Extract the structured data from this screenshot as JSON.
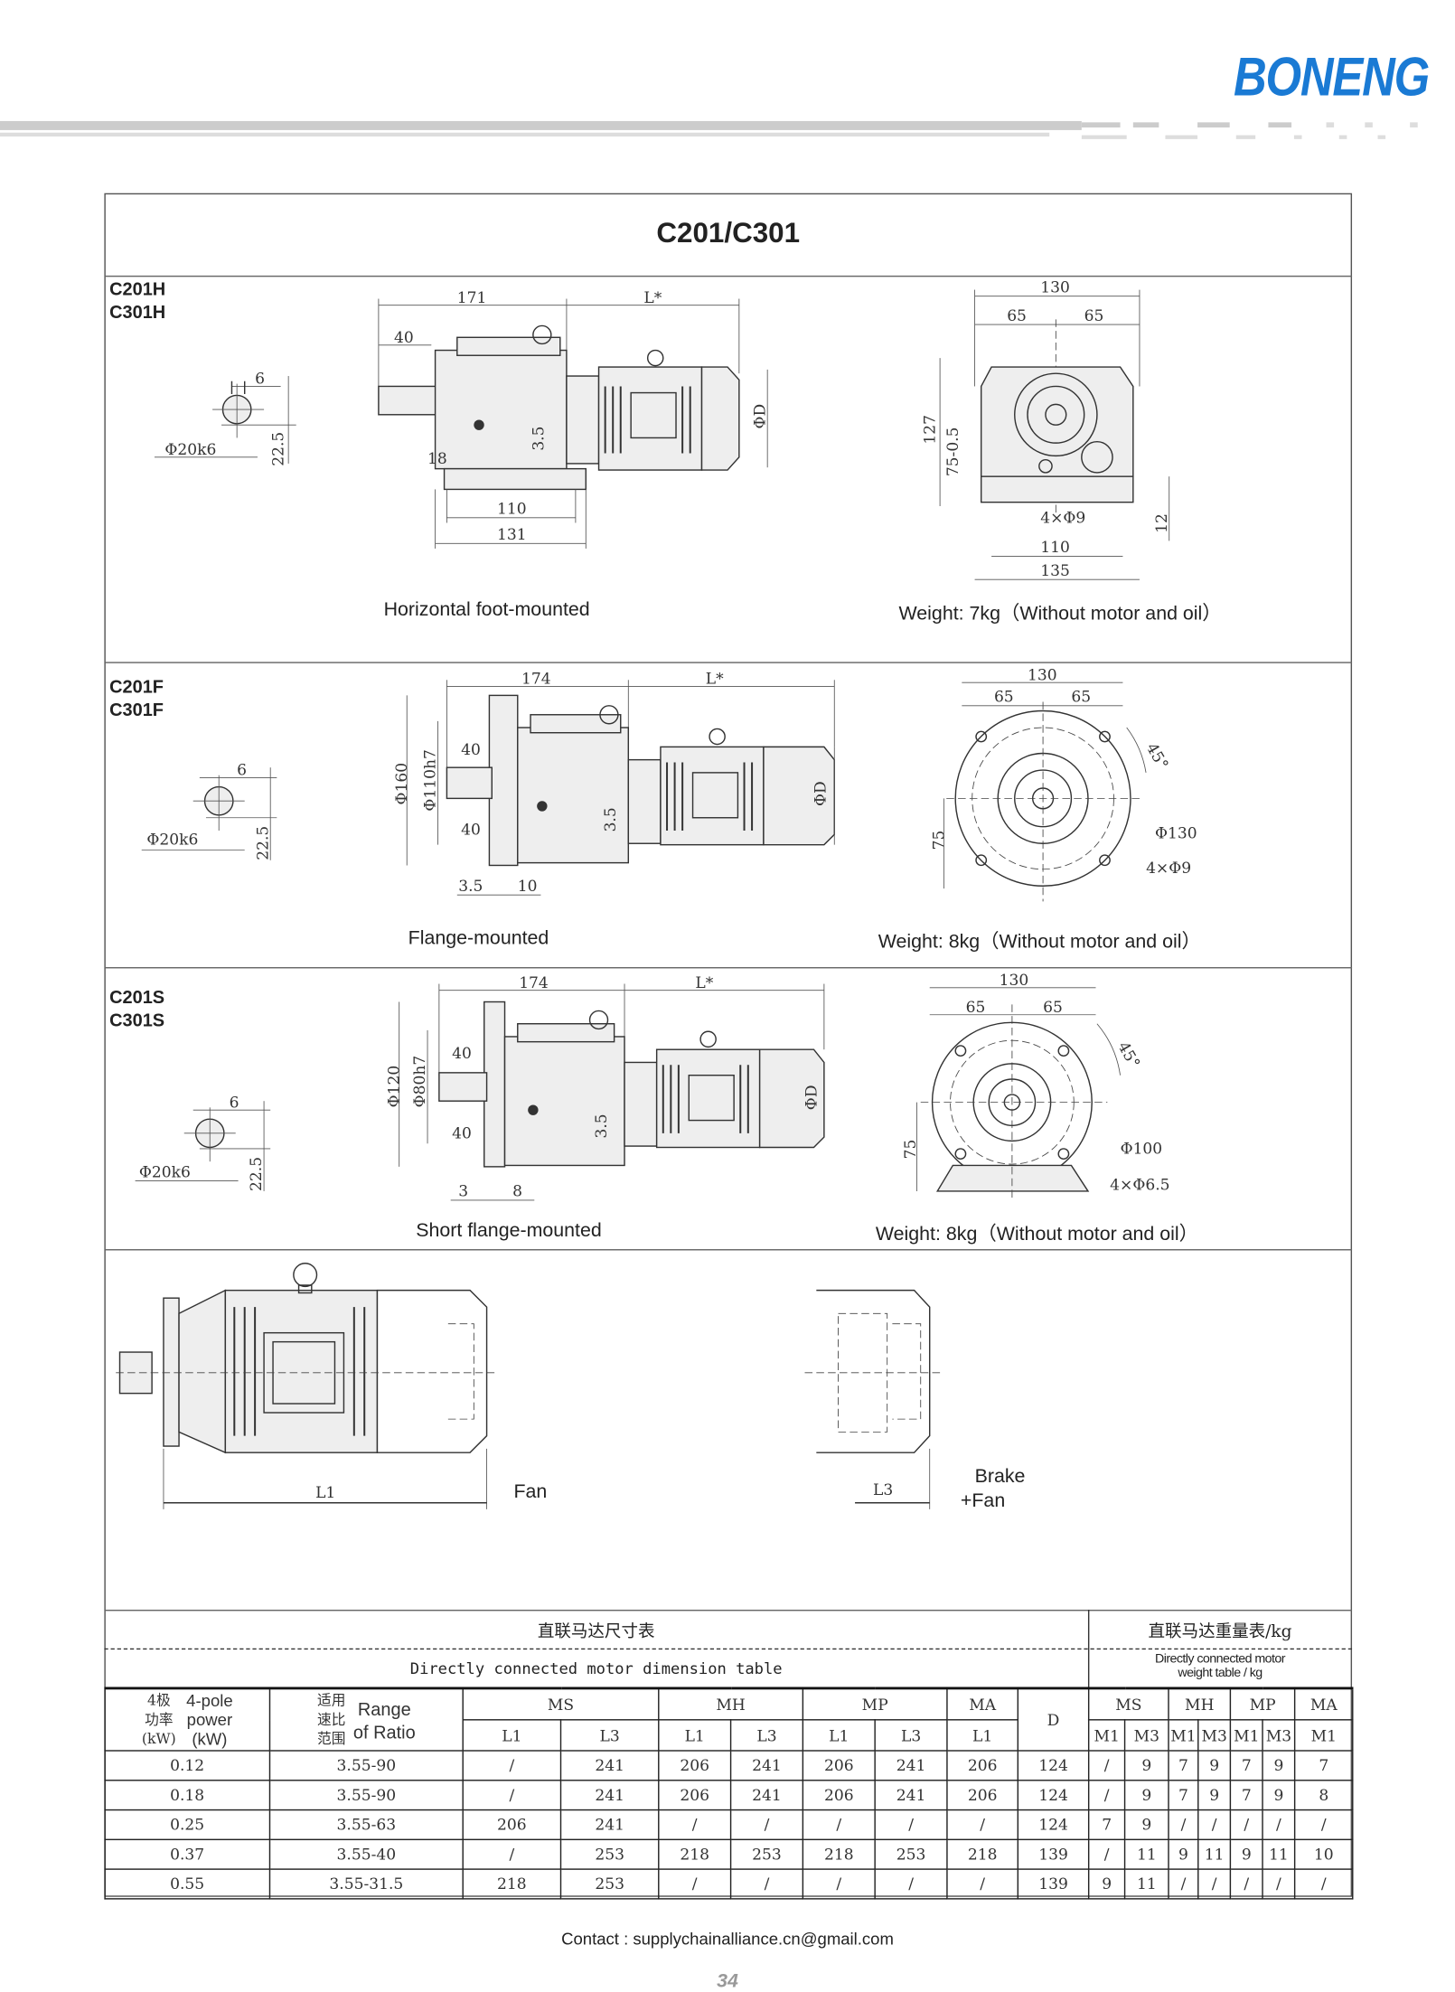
{
  "brand": "BONENG",
  "title": "C201/C301",
  "sections": [
    {
      "models": [
        "C201H",
        "C301H"
      ],
      "caption": "Horizontal foot-mounted",
      "weight": "Weight: 7kg（Without motor and oil）",
      "dims": {
        "shaft": "Φ20k6",
        "key": "6",
        "key_h": "22.5",
        "d171": "171",
        "L": "L*",
        "d40": "40",
        "d18": "18",
        "d35": "3.5",
        "d110": "110",
        "d131": "131",
        "phiD": "ΦD",
        "d130": "130",
        "d65a": "65",
        "d65b": "65",
        "d127": "127",
        "d75": "75-0.5",
        "hole": "4×Φ9",
        "d110b": "110",
        "d135": "135",
        "d12": "12"
      }
    },
    {
      "models": [
        "C201F",
        "C301F"
      ],
      "caption": "Flange-mounted",
      "weight": "Weight: 8kg（Without motor and oil）",
      "dims": {
        "shaft": "Φ20k6",
        "key": "6",
        "key_h": "22.5",
        "d174": "174",
        "L": "L*",
        "d40a": "40",
        "d40b": "40",
        "phi160": "Φ160",
        "phi110": "Φ110h7",
        "d35": "3.5",
        "d35b": "3.5",
        "d10": "10",
        "phiD": "ΦD",
        "d130": "130",
        "d65a": "65",
        "d65b": "65",
        "ang": "45°",
        "d75": "75",
        "phi130": "Φ130",
        "hole": "4×Φ9"
      }
    },
    {
      "models": [
        "C201S",
        "C301S"
      ],
      "caption": "Short flange-mounted",
      "weight": "Weight: 8kg（Without motor and oil）",
      "dims": {
        "shaft": "Φ20k6",
        "key": "6",
        "key_h": "22.5",
        "d174": "174",
        "L": "L*",
        "d40a": "40",
        "d40b": "40",
        "phi120": "Φ120",
        "phi80": "Φ80h7",
        "d35": "3.5",
        "d3": "3",
        "d8": "8",
        "phiD": "ΦD",
        "d130": "130",
        "d65a": "65",
        "d65b": "65",
        "ang": "45°",
        "d75": "75",
        "phi100": "Φ100",
        "hole": "4×Φ6.5"
      }
    }
  ],
  "motor": {
    "fan_label": "Fan",
    "L1": "L1",
    "L3": "L3",
    "brake_label": "Brake",
    "brake_fan": "+Fan"
  },
  "dim_table": {
    "title_cn": "直联马达尺寸表",
    "title_en": "Directly connected motor dimension table",
    "col_power": [
      "4极",
      "功率",
      "(kW)"
    ],
    "col_power_en": [
      "4-pole",
      "power",
      "(kW)"
    ],
    "col_ratio": [
      "适用",
      "速比",
      "范围"
    ],
    "col_ratio_en": [
      "Range",
      "of Ratio"
    ],
    "groups": [
      "MS",
      "MH",
      "MP",
      "MA"
    ],
    "sub": [
      "L1",
      "L3",
      "L1",
      "L3",
      "L1",
      "L3",
      "L1"
    ],
    "D": "D",
    "rows": [
      [
        "0.12",
        "3.55-90",
        "/",
        "241",
        "206",
        "241",
        "206",
        "241",
        "206",
        "124"
      ],
      [
        "0.18",
        "3.55-90",
        "/",
        "241",
        "206",
        "241",
        "206",
        "241",
        "206",
        "124"
      ],
      [
        "0.25",
        "3.55-63",
        "206",
        "241",
        "/",
        "/",
        "/",
        "/",
        "/",
        "124"
      ],
      [
        "0.37",
        "3.55-40",
        "/",
        "253",
        "218",
        "253",
        "218",
        "253",
        "218",
        "139"
      ],
      [
        "0.55",
        "3.55-31.5",
        "218",
        "253",
        "/",
        "/",
        "/",
        "/",
        "/",
        "139"
      ]
    ]
  },
  "weight_table": {
    "title_cn": "直联马达重量表/kg",
    "title_en": [
      "Directly connected motor",
      "weight table / kg"
    ],
    "groups": [
      "MS",
      "MH",
      "MP",
      "MA"
    ],
    "sub": [
      "M1",
      "M3",
      "M1",
      "M3",
      "M1",
      "M3",
      "M1"
    ],
    "rows": [
      [
        "/",
        "9",
        "7",
        "9",
        "7",
        "9",
        "7"
      ],
      [
        "/",
        "9",
        "7",
        "9",
        "7",
        "9",
        "8"
      ],
      [
        "7",
        "9",
        "/",
        "/",
        "/",
        "/",
        "/"
      ],
      [
        "/",
        "11",
        "9",
        "11",
        "9",
        "11",
        "10"
      ],
      [
        "9",
        "11",
        "/",
        "/",
        "/",
        "/",
        "/"
      ]
    ]
  },
  "contact": "Contact : supplychainalliance.cn@gmail.com",
  "page_number": "34",
  "colors": {
    "brand": "#1a7ad4"
  }
}
